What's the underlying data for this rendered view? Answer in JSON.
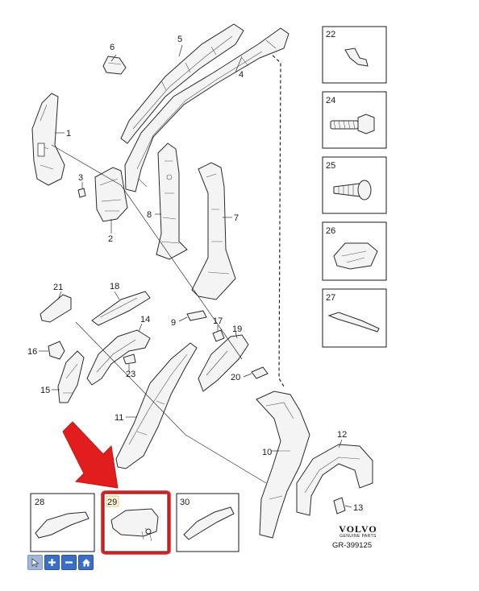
{
  "diagram": {
    "callouts": {
      "p1": "1",
      "p2": "2",
      "p3": "3",
      "p4": "4",
      "p5": "5",
      "p6": "6",
      "p7": "7",
      "p8": "8",
      "p9": "9",
      "p10": "10",
      "p11": "11",
      "p12": "12",
      "p13": "13",
      "p14": "14",
      "p15": "15",
      "p16": "16",
      "p17": "17",
      "p18": "18",
      "p19": "19",
      "p20": "20",
      "p21": "21",
      "p23": "23"
    },
    "boxes": {
      "b22": "22",
      "b24": "24",
      "b25": "25",
      "b26": "26",
      "b27": "27",
      "b28": "28",
      "b29": "29",
      "b30": "30"
    },
    "highlight_color": "#e21d1d",
    "highlighted_box": "29"
  },
  "branding": {
    "logo_text": "VOLVO",
    "logo_subtext": "GENUINE PARTS",
    "reference": "GR-399125"
  },
  "toolbar": {
    "select_icon": "cursor-icon",
    "zoom_in_icon": "plus-icon",
    "zoom_out_icon": "minus-icon",
    "home_icon": "home-icon",
    "accent": "#3b6fc7"
  }
}
